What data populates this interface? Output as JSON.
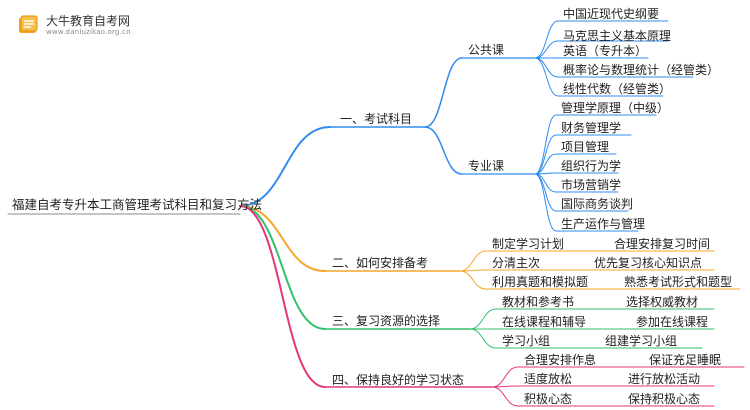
{
  "watermark": {
    "name": "大牛教育自考网",
    "url": "www.daniuzikao.org.cn",
    "logo_icon": "book-logo-icon"
  },
  "colors": {
    "blue": "#2f8cf0",
    "orange": "#f4a72b",
    "green": "#2fc16b",
    "pink": "#e3367d"
  },
  "mindmap": {
    "root": "福建自考专升本工商管理考试科目和复习方法",
    "branches": [
      {
        "label": "一、考试科目",
        "groups": [
          {
            "label": "公共课",
            "items": [
              "中国近现代史纲要",
              "马克思主义基本原理",
              "英语（专升本）",
              "概率论与数理统计（经管类）",
              "线性代数（经管类）"
            ]
          },
          {
            "label": "专业课",
            "items": [
              "管理学原理（中级）",
              "财务管理学",
              "项目管理",
              "组织行为学",
              "市场营销学",
              "国际商务谈判",
              "生产运作与管理"
            ]
          }
        ]
      },
      {
        "label": "二、如何安排备考",
        "pairs": [
          [
            "制定学习计划",
            "合理安排复习时间"
          ],
          [
            "分清主次",
            "优先复习核心知识点"
          ],
          [
            "利用真题和模拟题",
            "熟悉考试形式和题型"
          ]
        ]
      },
      {
        "label": "三、复习资源的选择",
        "pairs": [
          [
            "教材和参考书",
            "选择权威教材"
          ],
          [
            "在线课程和辅导",
            "参加在线课程"
          ],
          [
            "学习小组",
            "组建学习小组"
          ]
        ]
      },
      {
        "label": "四、保持良好的学习状态",
        "pairs": [
          [
            "合理安排作息",
            "保证充足睡眠"
          ],
          [
            "适度放松",
            "进行放松活动"
          ],
          [
            "积极心态",
            "保持积极心态"
          ]
        ]
      }
    ]
  }
}
